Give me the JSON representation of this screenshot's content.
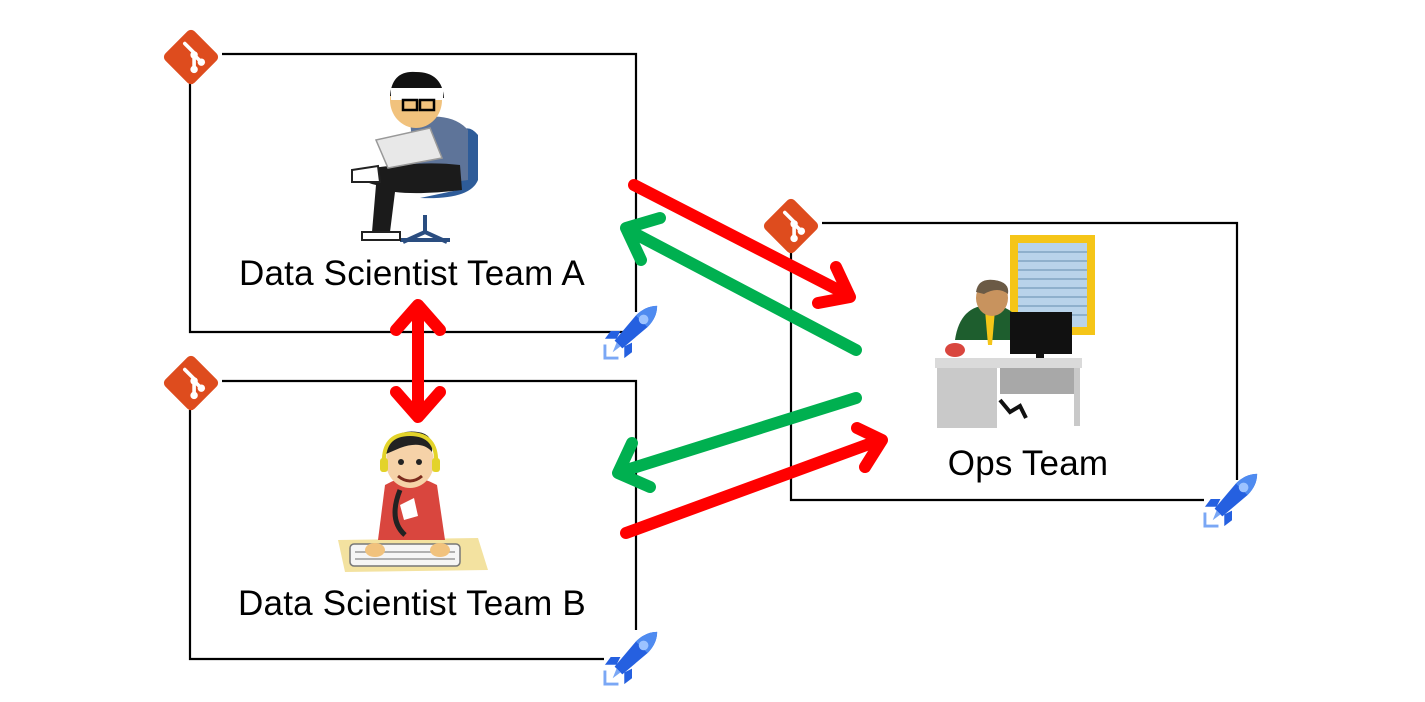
{
  "teams": {
    "team_a": {
      "label": "Data Scientist Team A"
    },
    "team_b": {
      "label": "Data Scientist Team B"
    },
    "ops": {
      "label": "Ops Team"
    }
  },
  "icons": {
    "repo_icon": "git-icon",
    "pipeline_icon": "azure-pipelines-rocket-icon"
  },
  "colors": {
    "git": "#DE4C1E",
    "pipeline": "#2560E0",
    "red_arrow": "#FF0000",
    "green_arrow": "#00B050",
    "box_border": "#000000"
  }
}
